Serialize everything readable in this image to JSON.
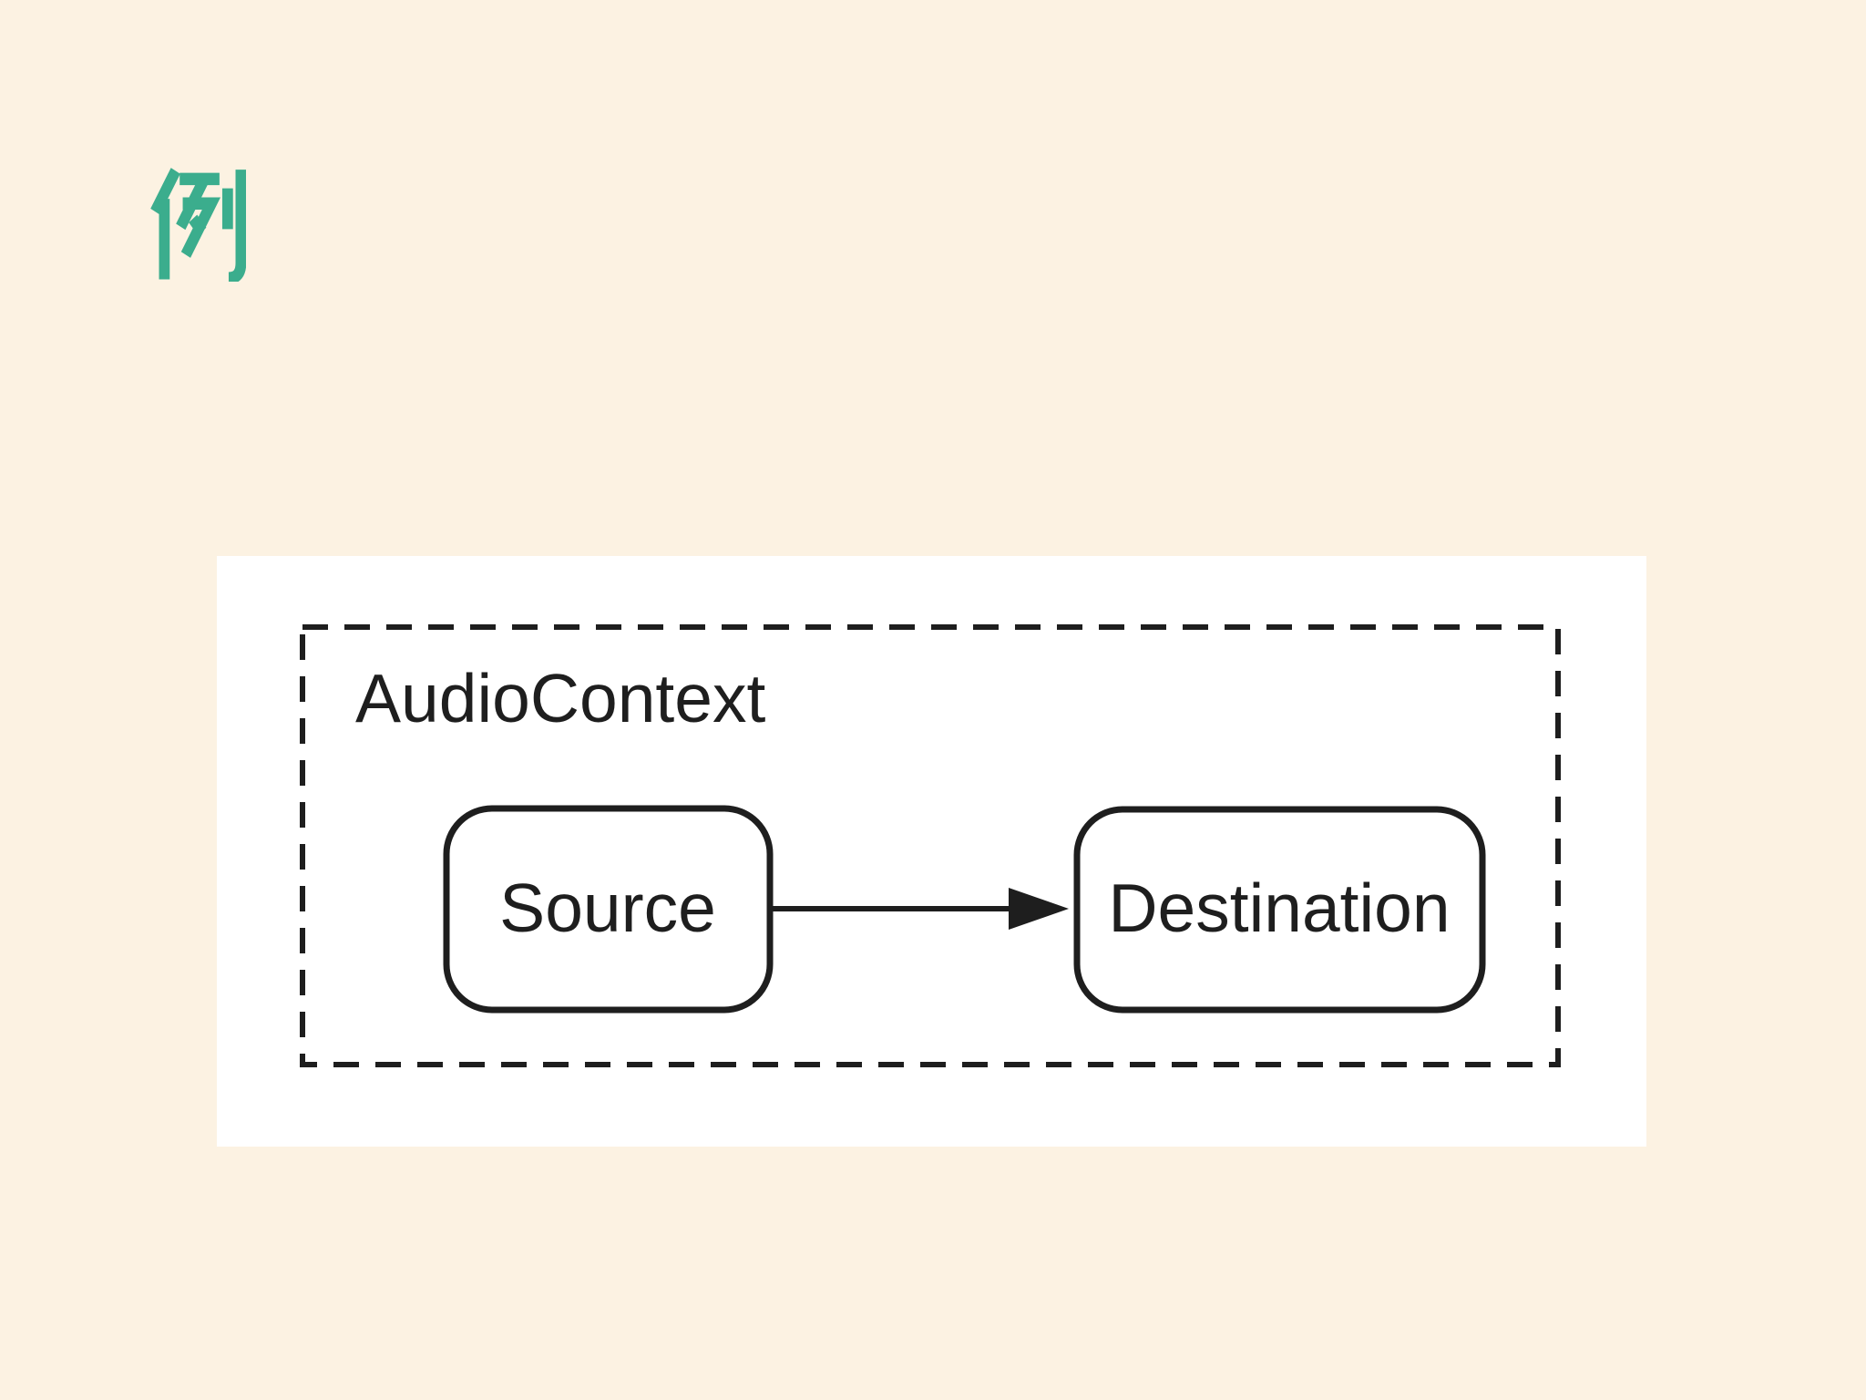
{
  "page": {
    "background_color": "#FCF2E2"
  },
  "slide": {
    "title": "例",
    "title_color": "#3BAD8D"
  },
  "diagram": {
    "background_color": "#FFFFFF",
    "stroke_color": "#1E1E1E",
    "container_label": "AudioContext",
    "nodes": [
      {
        "id": "source",
        "label": "Source"
      },
      {
        "id": "destination",
        "label": "Destination"
      }
    ],
    "edge": {
      "from": "Source",
      "to": "Destination",
      "arrowhead": "filled-triangle-right"
    }
  }
}
